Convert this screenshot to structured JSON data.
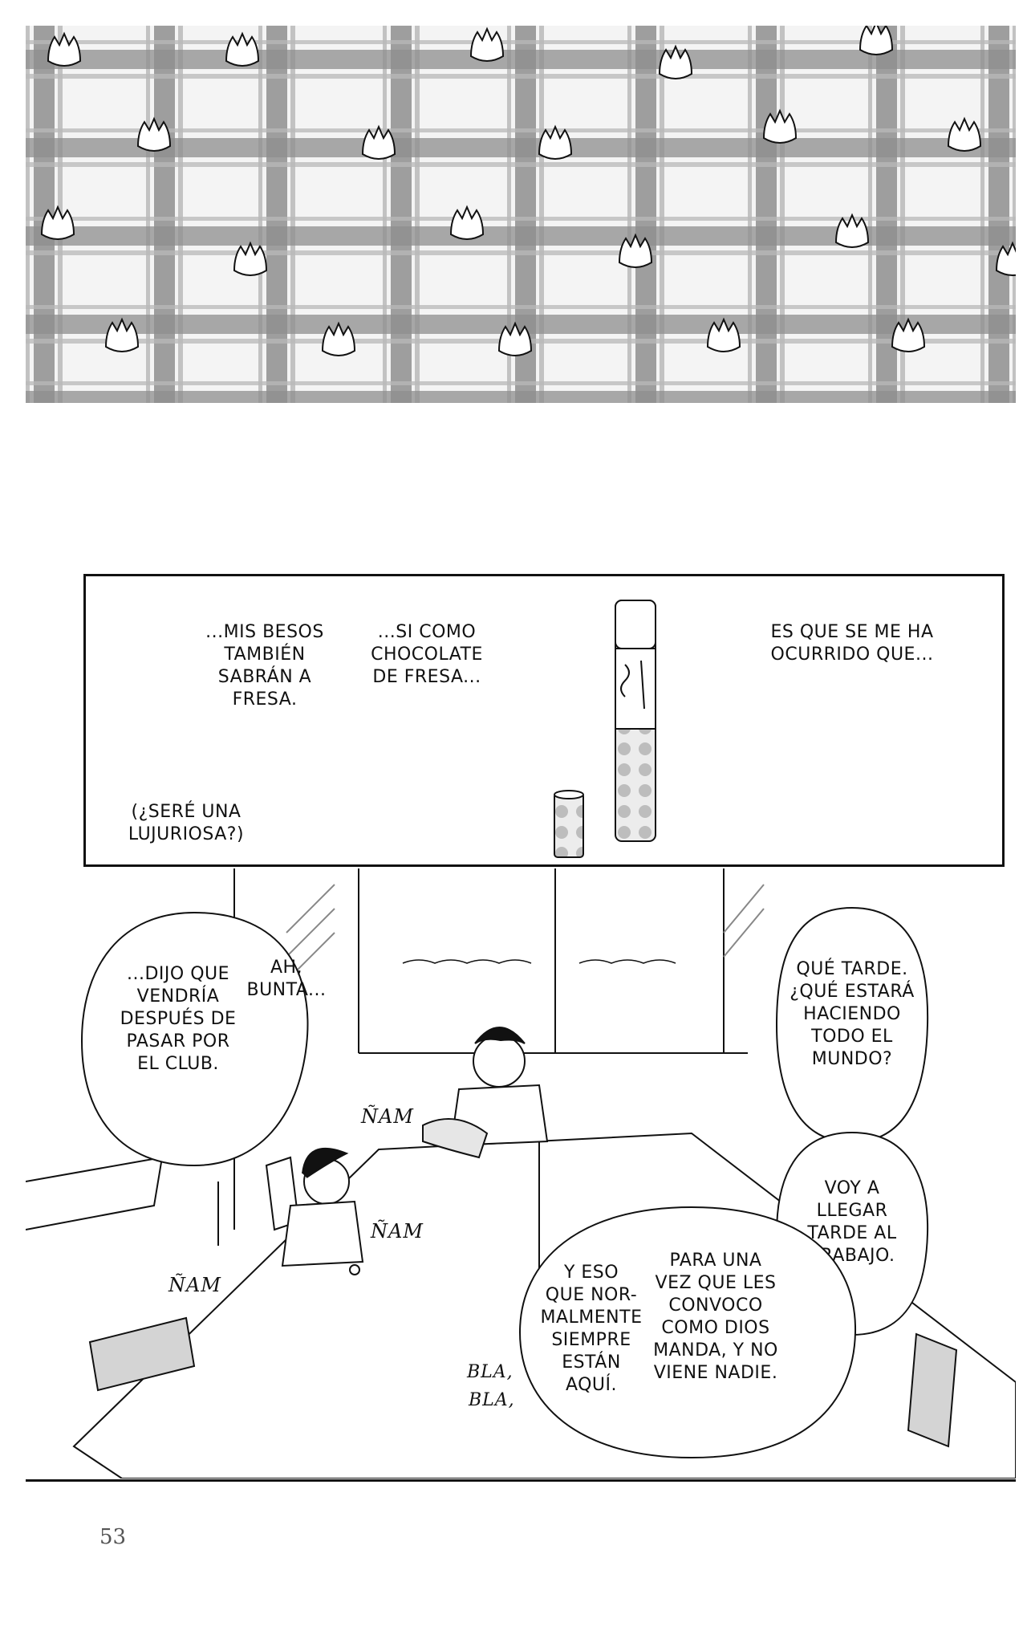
{
  "page": {
    "page_number": "53"
  },
  "panel_1": {
    "pattern_icon": "tulip-icon"
  },
  "panel_2": {
    "captions": [
      "...MIS BESOS\nTAMBIÉN\nSABRÁN A\nFRESA.",
      "...SI COMO\nCHOCOLATE\nDE FRESA...",
      "ES QUE SE ME HA\nOCURRIDO QUE...",
      "(¿SERÉ UNA\nLUJURIOSA?)"
    ]
  },
  "panel_3": {
    "bubbles": [
      "...DIJO QUE\nVENDRÍA\nDESPUÉS DE\nPASAR POR\nEL CLUB.",
      "AH,\nBUNTA...",
      "QUÉ TARDE.\n¿QUÉ ESTARÁ\nHACIENDO\nTODO EL\nMUNDO?",
      "VOY A\nLLEGAR\nTARDE AL\nTRABAJO.",
      "PARA UNA\nVEZ QUE LES\nCONVOCO\nCOMO DIOS\nMANDA, Y NO\nVIENE NADIE.",
      "Y ESO\nQUE NOR-\nMALMENTE\nSIEMPRE\nESTÁN\nAQUÍ."
    ],
    "sfx": [
      "ÑAM",
      "ÑAM",
      "ÑAM",
      "BLA,",
      "BLA,"
    ]
  }
}
